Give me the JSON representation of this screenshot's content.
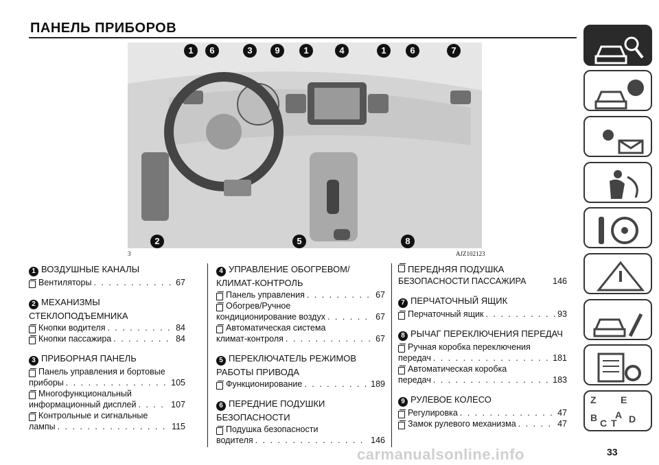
{
  "header": {
    "title": "ПАНЕЛЬ ПРИБОРОВ"
  },
  "sidebar": {
    "tabs": [
      {
        "icon": "car-search-icon",
        "active": true
      },
      {
        "icon": "car-info-icon",
        "active": false
      },
      {
        "icon": "warning-light-message-icon",
        "active": false
      },
      {
        "icon": "seatbelt-airbag-icon",
        "active": false
      },
      {
        "icon": "key-steering-wheel-icon",
        "active": false
      },
      {
        "icon": "warning-triangle-icon",
        "active": false
      },
      {
        "icon": "car-wrench-icon",
        "active": false
      },
      {
        "icon": "specs-gear-icon",
        "active": false
      },
      {
        "icon": "alphabet-index-icon",
        "active": false
      }
    ],
    "alphabet_letters": [
      "Z",
      "E",
      "B",
      "A",
      "C",
      "T",
      "D"
    ]
  },
  "figure": {
    "callouts_top": [
      "1",
      "6",
      "3",
      "9",
      "1",
      "4",
      "1",
      "6",
      "7"
    ],
    "callouts_bottom": [
      "2",
      "5",
      "8"
    ],
    "id_left": "3",
    "id_right": "AJZ102123"
  },
  "content": {
    "col1": [
      {
        "num": "1",
        "title": "ВОЗДУШНЫЕ КАНАЛЫ",
        "entries": [
          {
            "text": "Вентиляторы",
            "page": "67"
          }
        ]
      },
      {
        "num": "2",
        "title": "МЕХАНИЗМЫ",
        "title2": "СТЕКЛОПОДЪЕМНИКА",
        "entries": [
          {
            "text": "Кнопки водителя",
            "page": "84"
          },
          {
            "text": "Кнопки пассажира",
            "page": "84"
          }
        ]
      },
      {
        "num": "3",
        "title": "ПРИБОРНАЯ ПАНЕЛЬ",
        "entries": [
          {
            "text": "Панель управления и бортовые",
            "text2": "приборы",
            "page": "105"
          },
          {
            "text": "Многофункциональный",
            "text2": "информационный дисплей",
            "page": "107"
          },
          {
            "text": "Контрольные и сигнальные",
            "text2": "лампы",
            "page": "115"
          }
        ]
      }
    ],
    "col2": [
      {
        "num": "4",
        "title": "УПРАВЛЕНИЕ ОБОГРЕВОМ/",
        "title2": "КЛИМАТ-КОНТРОЛЬ",
        "entries": [
          {
            "text": "Панель управления",
            "page": "67"
          },
          {
            "text": "Обогрев/Ручное",
            "text2": "кондиционирование воздух",
            "page": "67"
          },
          {
            "text": "Автоматическая система",
            "text2": "климат-контроля",
            "page": "67"
          }
        ]
      },
      {
        "num": "5",
        "title": "ПЕРЕКЛЮЧАТЕЛЬ РЕЖИМОВ",
        "title2": "РАБОТЫ ПРИВОДА",
        "entries": [
          {
            "text": "Функционирование",
            "page": "189"
          }
        ]
      },
      {
        "num": "6",
        "title": "ПЕРЕДНИЕ ПОДУШКИ",
        "title2": "БЕЗОПАСНОСТИ",
        "entries": [
          {
            "text": "Подушка безопасности",
            "text2": "водителя",
            "page": "146"
          }
        ]
      }
    ],
    "col3": [
      {
        "num": "",
        "title": "ПЕРЕДНЯЯ ПОДУШКА",
        "title2": "БЕЗОПАСНОСТИ ПАССАЖИРА",
        "title_page": "146",
        "entries": []
      },
      {
        "num": "7",
        "title": "ПЕРЧАТОЧНЫЙ ЯЩИК",
        "entries": [
          {
            "text": "Перчаточный ящик",
            "page": "93"
          }
        ]
      },
      {
        "num": "8",
        "title": "РЫЧАГ ПЕРЕКЛЮЧЕНИЯ ПЕРЕДАЧ",
        "entries": [
          {
            "text": "Ручная коробка переключения",
            "text2": "передач",
            "page": "181"
          },
          {
            "text": "Автоматическая коробка",
            "text2": "передач",
            "page": "183"
          }
        ]
      },
      {
        "num": "9",
        "title": "РУЛЕВОЕ КОЛЕСО",
        "entries": [
          {
            "text": "Регулировка",
            "page": "47"
          },
          {
            "text": "Замок рулевого механизма",
            "page": "47"
          }
        ]
      }
    ]
  },
  "footer": {
    "page_number": "33",
    "watermark": "carmanualsonline.info"
  }
}
